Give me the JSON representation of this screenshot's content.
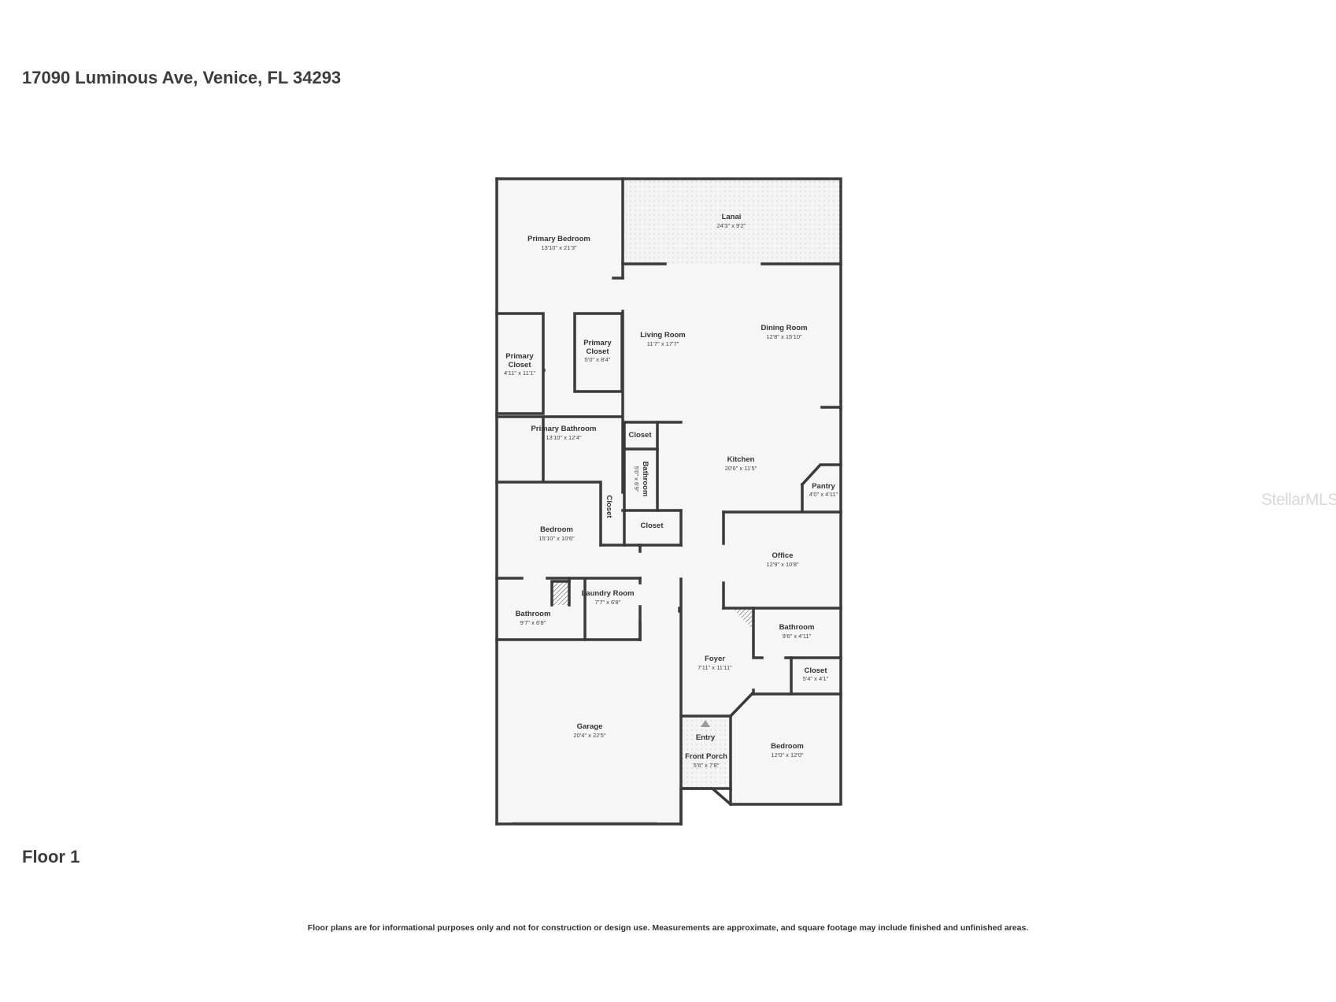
{
  "address": "17090 Luminous Ave, Venice, FL 34293",
  "floor": "Floor 1",
  "disclaimer": "Floor plans are for informational purposes only and not for construction or design use. Measurements are approximate, and square footage may include finished and unfinished areas.",
  "watermark": "StellarMLS",
  "colors": {
    "wall": "#3a3a3a",
    "floor": "#f6f6f6",
    "text": "#333333"
  },
  "rooms": [
    {
      "id": "primary-bedroom",
      "name": "Primary Bedroom",
      "dims": "13'10\" x 21'3\""
    },
    {
      "id": "lanai",
      "name": "Lanai",
      "dims": "24'3\" x 9'2\""
    },
    {
      "id": "living-room",
      "name": "Living Room",
      "dims": "11'7\" x 17'7\""
    },
    {
      "id": "dining-room",
      "name": "Dining Room",
      "dims": "12'8\" x 15'10\""
    },
    {
      "id": "primary-closet-1",
      "name": "Primary Closet",
      "dims": "4'11\" x 11'1\""
    },
    {
      "id": "primary-closet-2",
      "name": "Primary Closet",
      "dims": "5'0\" x 8'4\""
    },
    {
      "id": "primary-bathroom",
      "name": "Primary Bathroom",
      "dims": "13'10\" x 12'4\""
    },
    {
      "id": "closet-a",
      "name": "Closet",
      "dims": ""
    },
    {
      "id": "bathroom-vertical",
      "name": "Bathroom",
      "dims": "5'0\" x 6'9\""
    },
    {
      "id": "kitchen",
      "name": "Kitchen",
      "dims": "20'6\" x 11'5\""
    },
    {
      "id": "pantry",
      "name": "Pantry",
      "dims": "4'0\" x 4'11\""
    },
    {
      "id": "closet-vertical",
      "name": "Closet",
      "dims": ""
    },
    {
      "id": "bedroom-1",
      "name": "Bedroom",
      "dims": "15'10\" x 10'6\""
    },
    {
      "id": "closet-b",
      "name": "Closet",
      "dims": ""
    },
    {
      "id": "office",
      "name": "Office",
      "dims": "12'9\" x 10'8\""
    },
    {
      "id": "laundry-room",
      "name": "Laundry Room",
      "dims": "7'7\" x 6'8\""
    },
    {
      "id": "bathroom-1",
      "name": "Bathroom",
      "dims": "9'7\" x 6'8\""
    },
    {
      "id": "bathroom-2",
      "name": "Bathroom",
      "dims": "9'6\" x 4'11\""
    },
    {
      "id": "foyer",
      "name": "Foyer",
      "dims": "7'11\" x 11'11\""
    },
    {
      "id": "closet-c",
      "name": "Closet",
      "dims": "5'4\" x 4'1\""
    },
    {
      "id": "garage",
      "name": "Garage",
      "dims": "20'4\" x 22'5\""
    },
    {
      "id": "entry",
      "name": "Entry",
      "dims": ""
    },
    {
      "id": "front-porch",
      "name": "Front Porch",
      "dims": "5'6\" x 7'8\""
    },
    {
      "id": "bedroom-2",
      "name": "Bedroom",
      "dims": "12'0\" x 12'0\""
    }
  ]
}
